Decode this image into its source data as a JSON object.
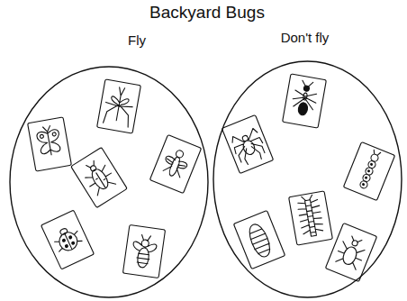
{
  "diagram": {
    "title": "Backyard Bugs",
    "nodes": [
      {
        "text": [
          "Fly"
        ]
      },
      {
        "text": [
          "Don't fly"
        ]
      }
    ]
  }
}
